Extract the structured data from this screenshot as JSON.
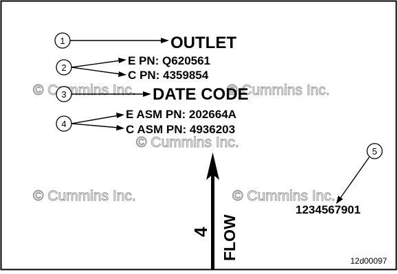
{
  "colors": {
    "ink": "#000000",
    "watermark_outline": "#9a9a9a",
    "background": "#ffffff"
  },
  "watermark_text": "© Cummins Inc.",
  "labels": {
    "outlet": "OUTLET",
    "e_pn": "E PN:  Q620561",
    "c_pn": "C PN:  4359854",
    "date_code": "DATE CODE",
    "e_asm_pn": "E ASM PN: 202664A",
    "c_asm_pn": "C ASM PN: 4936203",
    "serial": "1234567901",
    "flow_number": "4",
    "flow_word": "FLOW",
    "figure_id": "12d00097"
  },
  "callouts": {
    "c1": "1",
    "c2": "2",
    "c3": "3",
    "c4": "4",
    "c5": "5"
  }
}
